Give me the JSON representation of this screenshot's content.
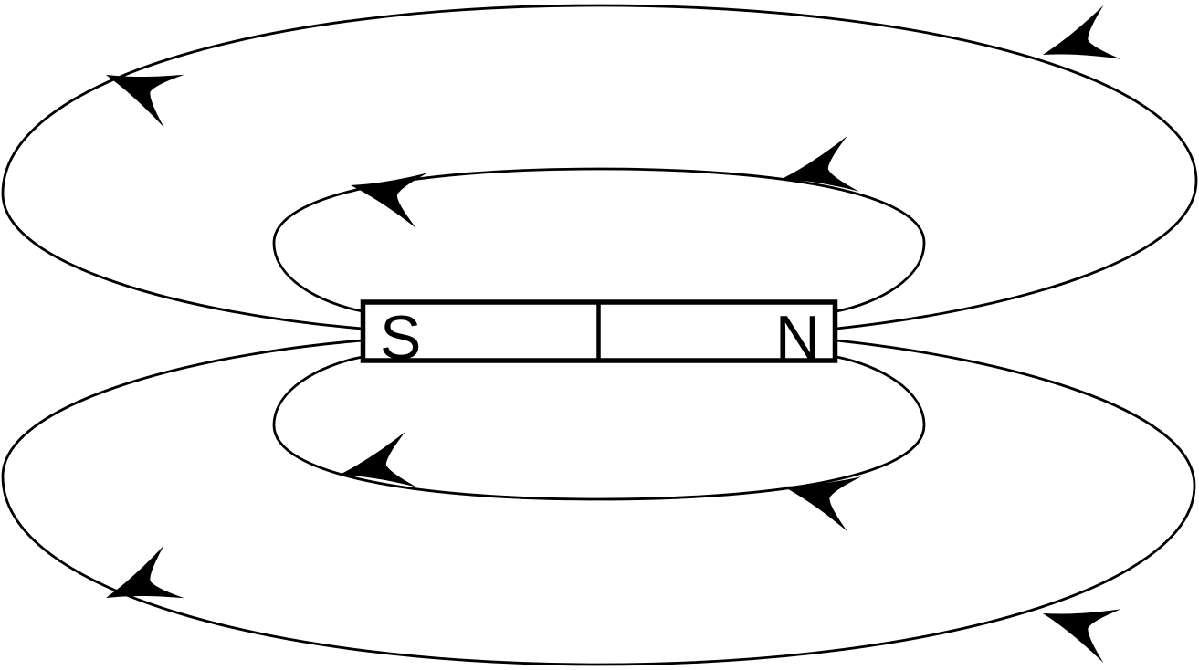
{
  "diagram": {
    "kind": "bar-magnet-field-lines",
    "magnet": {
      "south_label": "S",
      "north_label": "N"
    },
    "field_lines": {
      "loop_count": 4,
      "arrowhead_count": 8,
      "arrow_direction": "leftward"
    },
    "colors": {
      "line": "#000000",
      "background": "#ffffff",
      "magnet_fill": "#ffffff"
    }
  }
}
